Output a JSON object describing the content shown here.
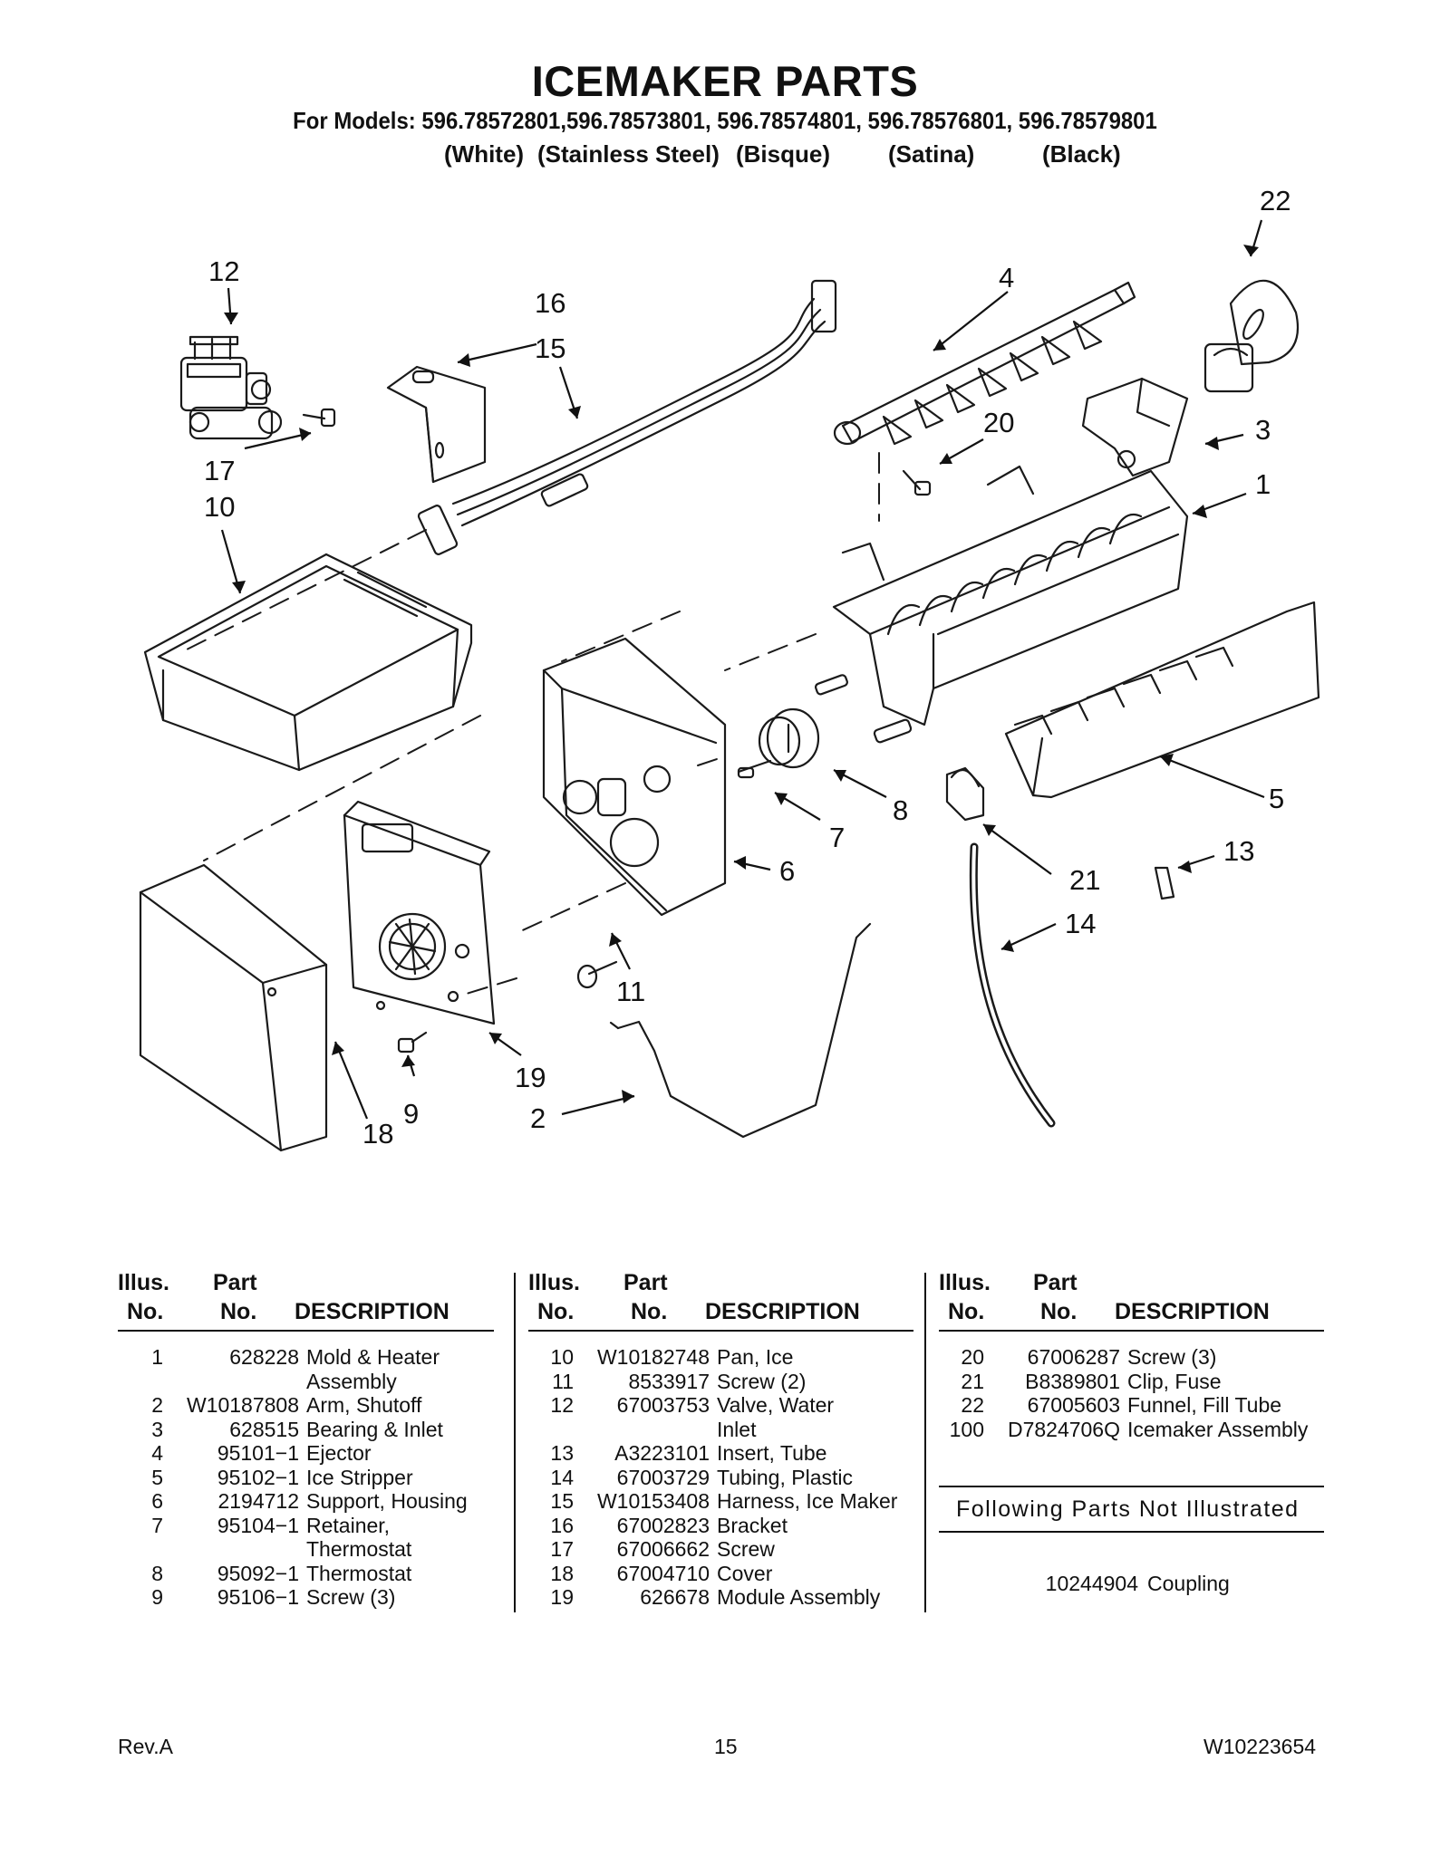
{
  "header": {
    "title": "ICEMAKER PARTS",
    "models": "For Models: 596.78572801,596.78573801, 596.78574801, 596.78576801, 596.78579801",
    "colors": [
      "(White)",
      "(Stainless Steel)",
      "(Bisque)",
      "(Satina)",
      "(Black)"
    ]
  },
  "diagram": {
    "callouts": [
      "22",
      "12",
      "16",
      "15",
      "4",
      "17",
      "10",
      "20",
      "3",
      "1",
      "8",
      "7",
      "6",
      "5",
      "21",
      "13",
      "11",
      "14",
      "19",
      "9",
      "2",
      "18"
    ]
  },
  "table": {
    "headers": {
      "illus": "Illus.",
      "no": "No.",
      "part": "Part",
      "part_no": "No.",
      "description": "DESCRIPTION"
    },
    "columns": [
      [
        {
          "no": "1",
          "part": "628228",
          "desc": "Mold & Heater"
        },
        {
          "no": "",
          "part": "",
          "desc": "Assembly"
        },
        {
          "no": "2",
          "part": "W10187808",
          "desc": "Arm, Shutoff"
        },
        {
          "no": "3",
          "part": "628515",
          "desc": "Bearing & Inlet"
        },
        {
          "no": "4",
          "part": "95101−1",
          "desc": "Ejector"
        },
        {
          "no": "5",
          "part": "95102−1",
          "desc": "Ice Stripper"
        },
        {
          "no": "6",
          "part": "2194712",
          "desc": "Support, Housing"
        },
        {
          "no": "7",
          "part": "95104−1",
          "desc": "Retainer,"
        },
        {
          "no": "",
          "part": "",
          "desc": "Thermostat"
        },
        {
          "no": "8",
          "part": "95092−1",
          "desc": "Thermostat"
        },
        {
          "no": "9",
          "part": "95106−1",
          "desc": "Screw (3)"
        }
      ],
      [
        {
          "no": "10",
          "part": "W10182748",
          "desc": "Pan, Ice"
        },
        {
          "no": "11",
          "part": "8533917",
          "desc": "Screw (2)"
        },
        {
          "no": "12",
          "part": "67003753",
          "desc": "Valve, Water"
        },
        {
          "no": "",
          "part": "",
          "desc": "Inlet"
        },
        {
          "no": "13",
          "part": "A3223101",
          "desc": "Insert, Tube"
        },
        {
          "no": "14",
          "part": "67003729",
          "desc": "Tubing, Plastic"
        },
        {
          "no": "15",
          "part": "W10153408",
          "desc": "Harness, Ice Maker"
        },
        {
          "no": "16",
          "part": "67002823",
          "desc": "Bracket"
        },
        {
          "no": "17",
          "part": "67006662",
          "desc": "Screw"
        },
        {
          "no": "18",
          "part": "67004710",
          "desc": "Cover"
        },
        {
          "no": "19",
          "part": "626678",
          "desc": "Module Assembly"
        }
      ],
      [
        {
          "no": "20",
          "part": "67006287",
          "desc": "Screw (3)"
        },
        {
          "no": "21",
          "part": "B8389801",
          "desc": "Clip, Fuse"
        },
        {
          "no": "22",
          "part": "67005603",
          "desc": "Funnel, Fill Tube"
        },
        {
          "no": "100",
          "part": "D7824706Q",
          "desc": "Icemaker Assembly"
        }
      ]
    ],
    "not_illustrated_title": "Following Parts Not Illustrated",
    "not_illustrated": [
      {
        "part": "10244904",
        "desc": "Coupling"
      }
    ]
  },
  "footer": {
    "rev": "Rev.A",
    "page": "15",
    "doc_no": "W10223654"
  }
}
